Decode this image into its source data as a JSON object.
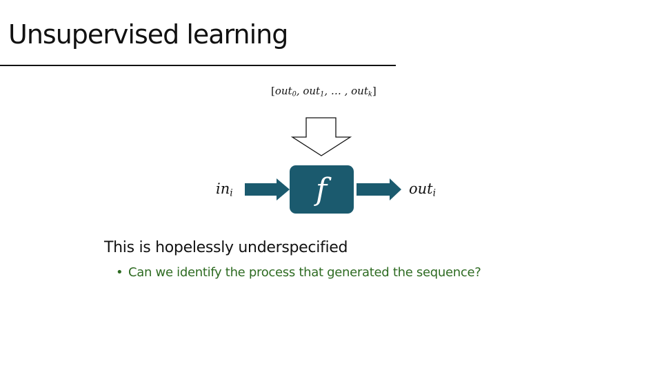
{
  "slide": {
    "title": "Unsupervised learning",
    "sequence_label": {
      "open": "[",
      "items": [
        {
          "base": "out",
          "sub": "0",
          "sep": ", "
        },
        {
          "base": "out",
          "sub": "1",
          "sep": ", … , "
        },
        {
          "base": "out",
          "sub": "k",
          "sep": ""
        }
      ],
      "close": "]"
    },
    "input_label": {
      "base": "in",
      "sub": "i"
    },
    "function_label": "f",
    "output_label": {
      "base": "out",
      "sub": "i"
    },
    "heading": "This is hopelessly  underspecified",
    "bullets": [
      {
        "marker": "•",
        "text": "Can we identify the process that generated the sequence?"
      }
    ],
    "colors": {
      "box_fill": "#1b5a6e",
      "arrow_fill": "#1b5a6e",
      "bullet_text": "#2e6b22",
      "text": "#111111"
    }
  }
}
